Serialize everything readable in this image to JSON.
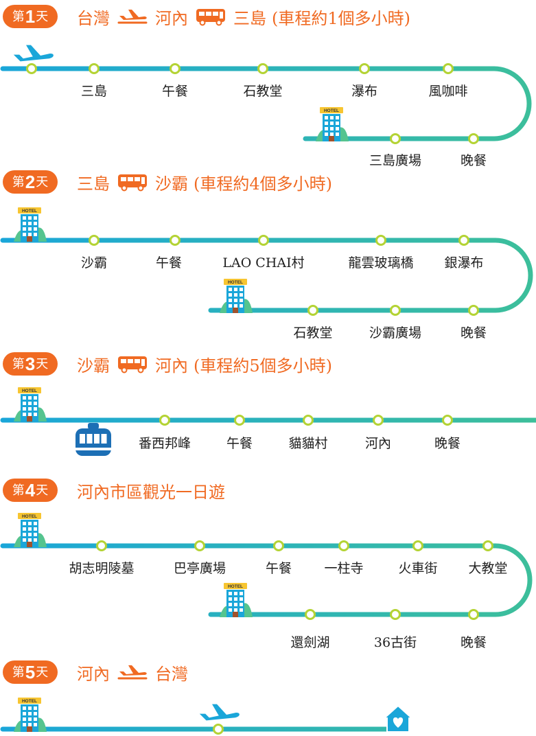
{
  "colors": {
    "orange": "#f06a22",
    "line_blue": "#1aa6d9",
    "line_green": "#3dbf9a",
    "dot_green": "#b4d334",
    "text": "#1f1f1f"
  },
  "icons": [
    "airplane-icon",
    "bus-icon",
    "hotel-icon",
    "cable-car-icon",
    "home-heart-icon"
  ],
  "days": [
    {
      "badge": {
        "prefix": "第",
        "num": "1",
        "suffix": "天"
      },
      "title": {
        "from": "台灣",
        "mid": "河內",
        "to": "三島",
        "note": "(車程約1個多小時)"
      },
      "stops_row1": [
        "三島",
        "午餐",
        "石教堂",
        "瀑布",
        "風咖啡"
      ],
      "stops_row2": [
        "三島廣場",
        "晚餐"
      ]
    },
    {
      "badge": {
        "prefix": "第",
        "num": "2",
        "suffix": "天"
      },
      "title": {
        "from": "三島",
        "to": "沙霸",
        "note": "(車程約4個多小時)"
      },
      "stops_row1": [
        "沙霸",
        "午餐",
        "LAO CHAI村",
        "龍雲玻璃橋",
        "銀瀑布"
      ],
      "stops_row2": [
        "石教堂",
        "沙霸廣場",
        "晚餐"
      ]
    },
    {
      "badge": {
        "prefix": "第",
        "num": "3",
        "suffix": "天"
      },
      "title": {
        "from": "沙霸",
        "to": "河內",
        "note": "(車程約5個多小時)"
      },
      "stops_row1": [
        "番西邦峰",
        "午餐",
        "貓貓村",
        "河內",
        "晚餐"
      ]
    },
    {
      "badge": {
        "prefix": "第",
        "num": "4",
        "suffix": "天"
      },
      "title": {
        "text": "河內市區觀光一日遊"
      },
      "stops_row1": [
        "胡志明陵墓",
        "巴亭廣場",
        "午餐",
        "一柱寺",
        "火車街",
        "大教堂"
      ],
      "stops_row2": [
        "還劍湖",
        "36古街",
        "晚餐"
      ]
    },
    {
      "badge": {
        "prefix": "第",
        "num": "5",
        "suffix": "天"
      },
      "title": {
        "from": "河內",
        "to": "台灣"
      }
    }
  ]
}
